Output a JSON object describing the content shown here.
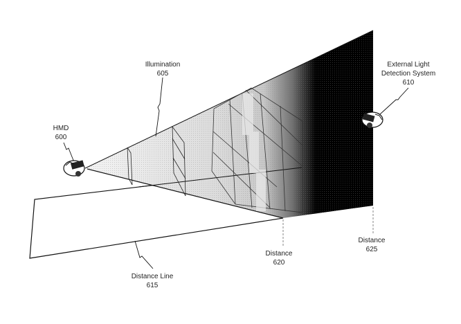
{
  "labels": {
    "illumination": {
      "name": "Illumination",
      "ref": "605"
    },
    "external": {
      "name_line1": "External Light",
      "name_line2": "Detection System",
      "ref": "610"
    },
    "hmd": {
      "name": "HMD",
      "ref": "600"
    },
    "distance_620": {
      "name": "Distance",
      "ref": "620"
    },
    "distance_625": {
      "name": "Distance",
      "ref": "625"
    },
    "distance_line": {
      "name": "Distance Line",
      "ref": "615"
    }
  },
  "colors": {
    "line": "#111111",
    "dark": "#000000",
    "light": "#eeeeee"
  }
}
